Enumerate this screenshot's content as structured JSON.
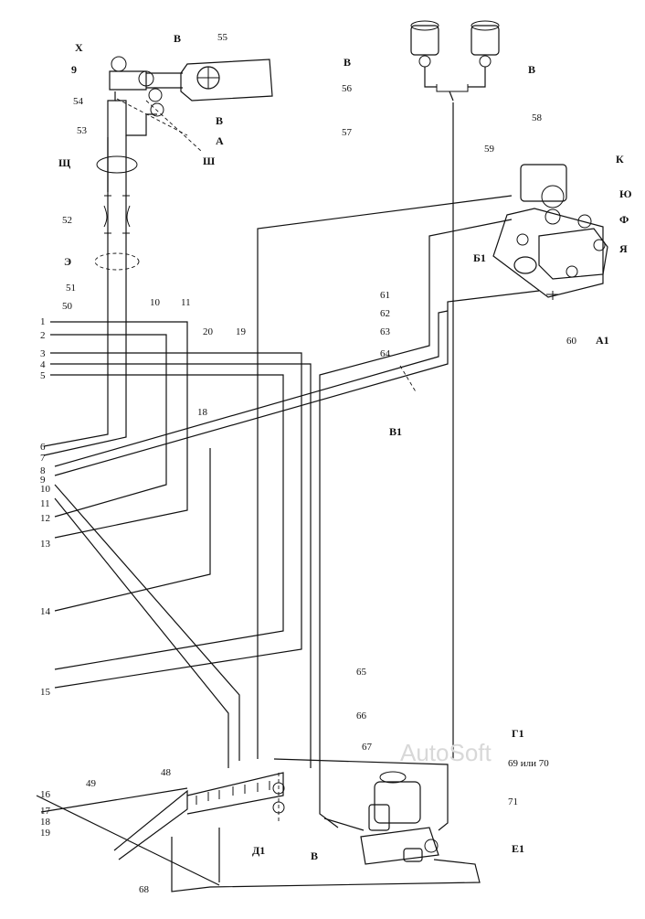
{
  "watermark": "AutoSoft",
  "labels": {
    "top_left": [
      "Х",
      "9",
      "В",
      "55",
      "54",
      "53",
      "В",
      "А",
      "Ш",
      "Щ",
      "52",
      "Э",
      "51",
      "50"
    ],
    "top_right": [
      "В",
      "В",
      "56",
      "57",
      "58",
      "59",
      "К",
      "Ю",
      "Ф",
      "Б1",
      "Я",
      "61",
      "62",
      "63",
      "64",
      "60",
      "А1",
      "В1"
    ],
    "middle": [
      "1",
      "2",
      "3",
      "4",
      "5",
      "10",
      "11",
      "20",
      "19",
      "18"
    ],
    "left_ends": [
      "6",
      "7",
      "8",
      "9",
      "10",
      "11",
      "12",
      "13",
      "14",
      "15"
    ],
    "bottom": [
      "65",
      "66",
      "67",
      "Г1",
      "69 или 70",
      "71",
      "Е1",
      "В",
      "Д1",
      "48",
      "49",
      "16",
      "17",
      "18",
      "19",
      "68"
    ]
  }
}
